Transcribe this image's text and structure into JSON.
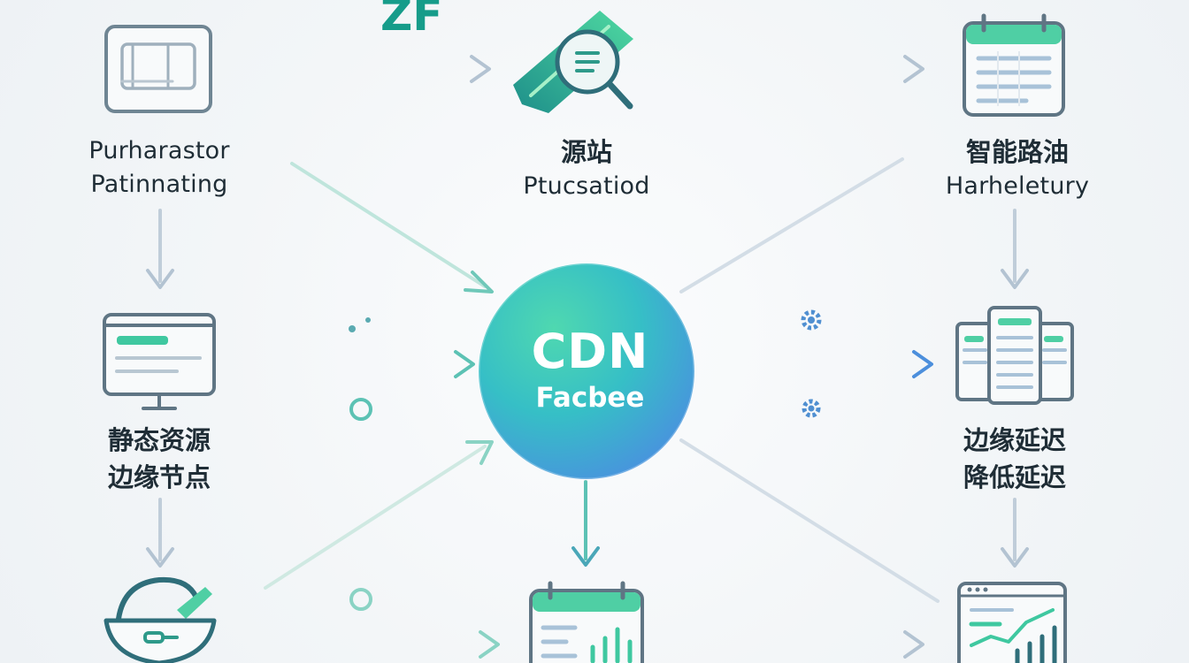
{
  "top_logo": "ZF",
  "hub": {
    "title": "CDN",
    "subtitle": "Facbee"
  },
  "nodes": {
    "top_left": {
      "line1": "Purharastor",
      "line2": "Patinnating"
    },
    "top_center": {
      "line1": "源站",
      "line2": "Ptucsatiod"
    },
    "top_right": {
      "line1": "智能路油",
      "line2": "Harheletury"
    },
    "mid_left": {
      "line1": "静态资源",
      "line2": "边缘节点"
    },
    "mid_right": {
      "line1": "边缘延迟",
      "line2": "降低延迟"
    }
  },
  "colors": {
    "teal": "#20a88f",
    "mint": "#3fd0a7",
    "blue": "#4c8fdc",
    "arrow": "#a9bccd",
    "text": "#1f2d36"
  },
  "icons": [
    "panel-icon",
    "search-tag-icon",
    "calendar-table-icon",
    "monitor-icon",
    "server-rack-icon",
    "bowl-icon",
    "calendar-chart-icon",
    "dashboard-chart-icon",
    "gear-icon"
  ]
}
